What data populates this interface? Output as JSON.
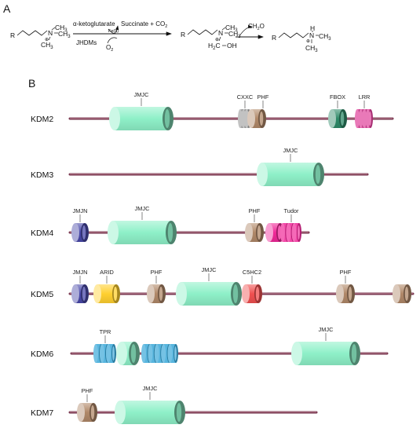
{
  "panel_a": {
    "letter": "A",
    "substrate": {
      "r": "R",
      "n": "N",
      "ch3_top": "CH",
      "ch3_top_sub": "3",
      "ch3_right": "CH",
      "ch3_right_sub": "3",
      "ch3_bottom": "CH",
      "ch3_bottom_sub": "3",
      "charge": "⊕"
    },
    "reaction1": {
      "cofactor_in": "α-ketoglutarate",
      "products": "Succinate + CO",
      "products_sub": "2",
      "iron": "Fe(II)",
      "enzyme": "JHDMs",
      "oxygen": "O",
      "oxygen_sub": "2"
    },
    "intermediate": {
      "r": "R",
      "n": "N",
      "ch3_top": "CH",
      "ch3_top_sub": "3",
      "ch3_right": "CH",
      "ch3_right_sub": "3",
      "h2c": "H",
      "h2c_sub": "2",
      "h2c_c": "C",
      "oh": "OH",
      "charge": "⊕"
    },
    "reaction2": {
      "release": "CH",
      "release_sub": "2",
      "release_o": "O"
    },
    "product": {
      "r": "R",
      "n": "N",
      "h": "H",
      "ch3_right": "CH",
      "ch3_right_sub": "3",
      "ch3_bottom": "CH",
      "ch3_bottom_sub": "3",
      "charge": "⊕"
    }
  },
  "panel_b": {
    "letter": "B",
    "colors": {
      "backbone": "#7a3850",
      "JMJC": "#8ef0c8",
      "CXXC": "#a8a8a8",
      "PHF": "#b08868",
      "FBOX": "#2e8a68",
      "LRR": "#e0409a",
      "JMJN": "#4848a8",
      "Tudor": "#f02898",
      "ARID": "#ffd030",
      "C5HC2": "#f05050",
      "TPR": "#3aa8d8"
    },
    "proteins": [
      {
        "name": "KDM2",
        "domains": [
          "JMJC",
          "CXXC",
          "PHF",
          "FBOX",
          "LRR"
        ]
      },
      {
        "name": "KDM3",
        "domains": [
          "JMJC"
        ]
      },
      {
        "name": "KDM4",
        "domains": [
          "JMJN",
          "JMJC",
          "PHF",
          "Tudor"
        ]
      },
      {
        "name": "KDM5",
        "domains": [
          "JMJN",
          "ARID",
          "PHF",
          "JMJC",
          "C5HC2",
          "PHF"
        ]
      },
      {
        "name": "KDM6",
        "domains": [
          "TPR",
          "JMJC"
        ]
      },
      {
        "name": "KDM7",
        "domains": [
          "PHF",
          "JMJC"
        ]
      }
    ]
  }
}
